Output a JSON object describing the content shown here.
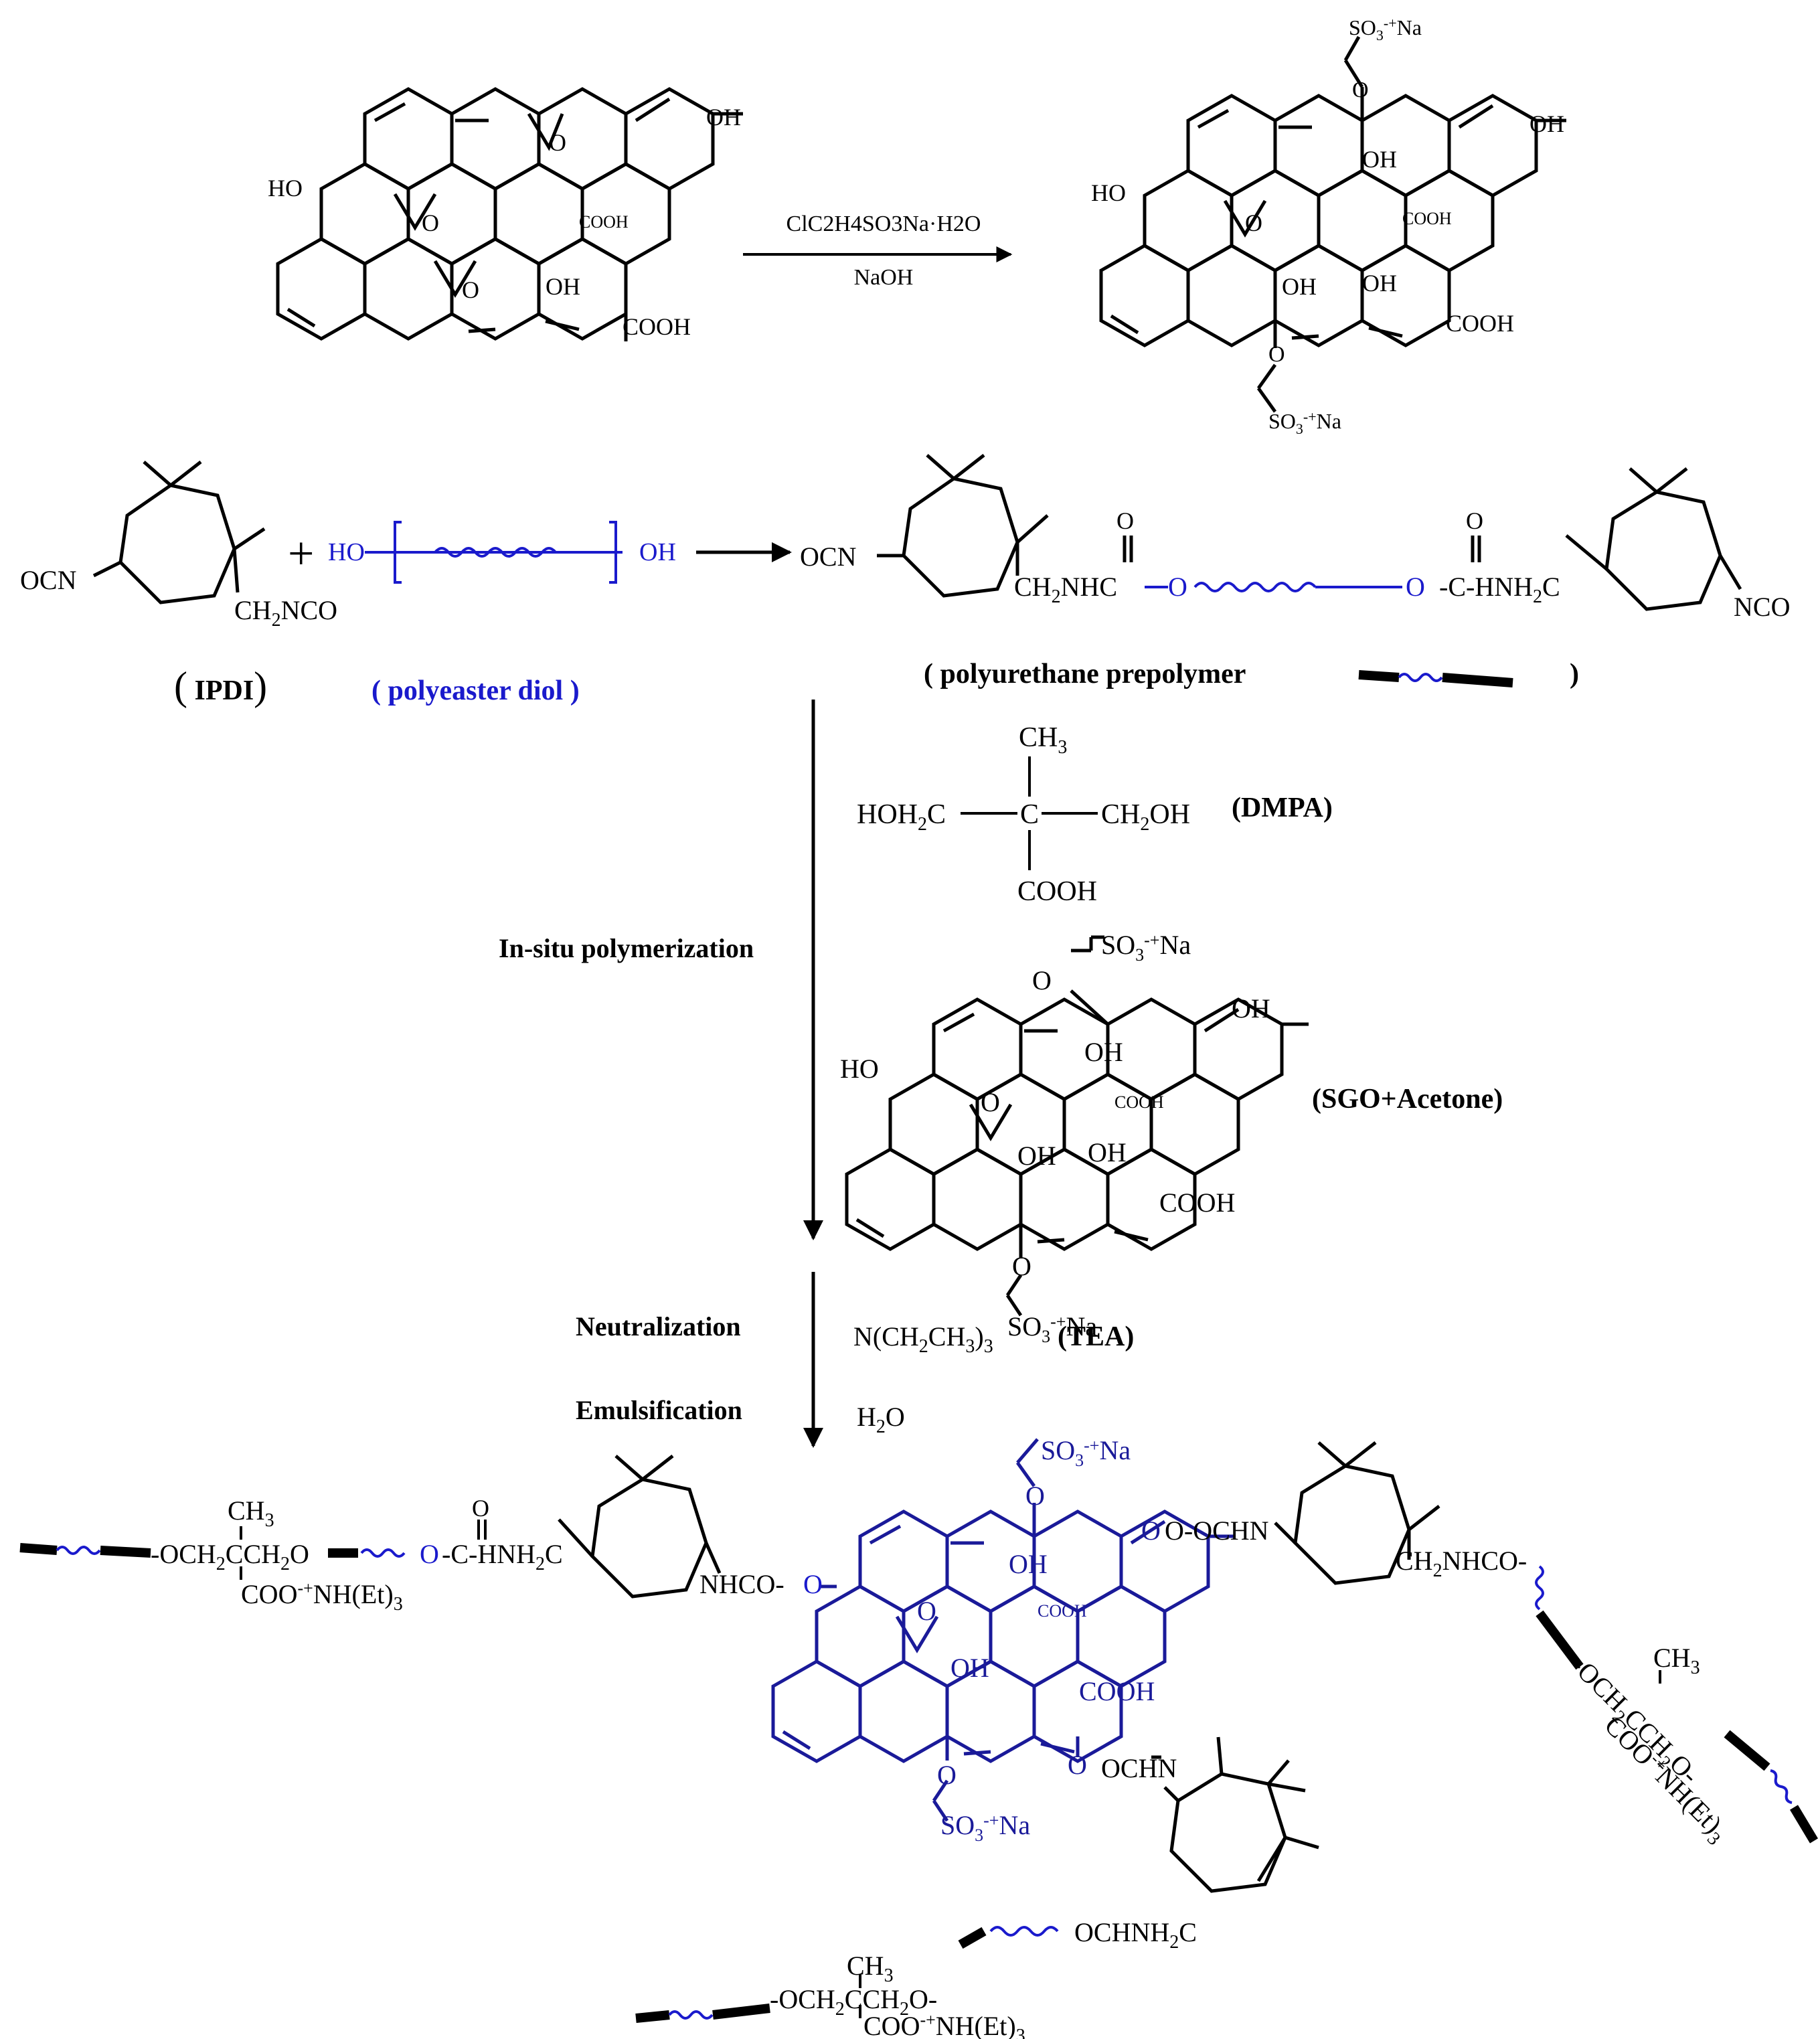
{
  "colors": {
    "ink": "#000000",
    "blue": "#1a1acc",
    "navy": "#1a1a99"
  },
  "text": {
    "oh": "OH",
    "ho": "HO",
    "cooh": "COOH",
    "o": "O",
    "so3na": "SO3-+Na",
    "reagent1": "ClC2H4SO3Na·H2O",
    "reagent2": "NaOH",
    "ocn": "OCN",
    "nco": "NCO",
    "ch2nco": "CH2NCO",
    "plus": "+",
    "ipdi_label": "( IPDI )",
    "diol_label": "( polyeaster diol )",
    "prepolymer_label": "( polyurethane prepolymer",
    "prepolymer_close": ")",
    "ch2nhc": "CH2NHC",
    "c_hnh2c": "C-HNH2C",
    "dmpa": {
      "ch3": "CH3",
      "left": "HOH2C",
      "c": "C",
      "right": "CH2OH",
      "bottom": "COOH",
      "label": "(DMPA)"
    },
    "sgo_label": "(SGO+Acetone)",
    "step_insitu": "In-situ polymerization",
    "step_neutral": "Neutralization",
    "step_emuls": "Emulsification",
    "tea_formula": "N(CH2CH3)3",
    "tea_label": "(TEA)",
    "water": "H2O",
    "prod": {
      "ch3": "CH3",
      "och2c": "-OCH2CCH2O",
      "coo_nh": "COO-+NH(Et)3",
      "o": "O",
      "c_hnh2c": "C-HNH2C",
      "nhco": "NHCO-",
      "oocn": "O-OCHN",
      "ch2nhco": "CH2NHCO-",
      "ocn2": "OCHN",
      "ochnh2c": "OCHNH2C",
      "och2cch2o": "-OCH2CCH2O-",
      "cooh": "COOH",
      "oh": "OH"
    }
  }
}
